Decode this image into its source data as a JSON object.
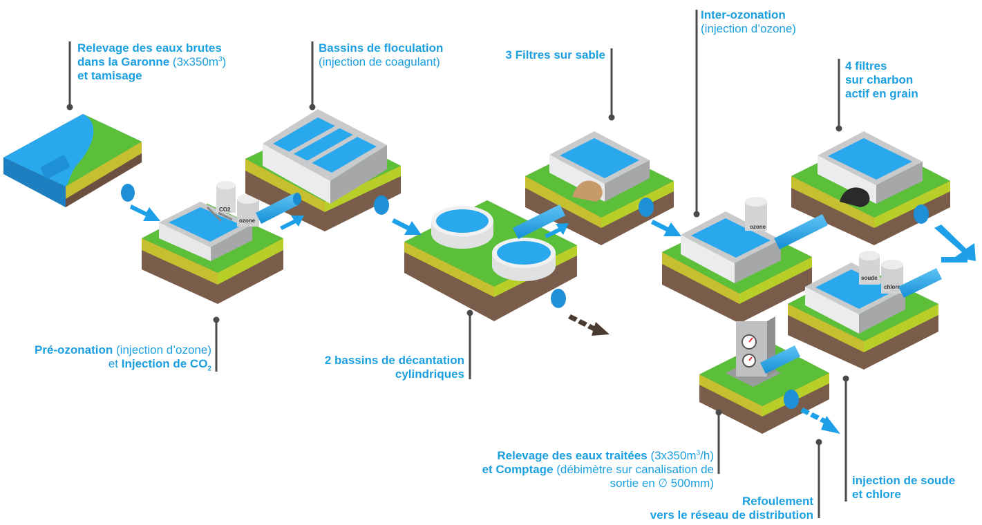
{
  "colors": {
    "label_blue": "#1a9fe0",
    "water": "#2aa8ee",
    "grass": "#5cbf3a",
    "soil": "#7a5c4a",
    "concrete": "#c9cacc",
    "pipe": "#1ea0e8",
    "leader": "#4a4a4a"
  },
  "labels": {
    "raw_intake": {
      "bold1": "Relevage des eaux brutes",
      "bold2": "dans la Garonne",
      "normal2": " (3x350m",
      "sup": "3",
      "normal2_end": ")",
      "bold3": "et tamisage"
    },
    "flocculation": {
      "bold": "Bassins de floculation",
      "normal": "(injection de coagulant)"
    },
    "sand_filters": {
      "bold": "3 Filtres sur sable"
    },
    "inter_ozonation": {
      "bold": "Inter-ozonation",
      "normal": "(injection d’ozone)"
    },
    "carbon_filters": {
      "line1": "4 filtres",
      "line2": "sur charbon",
      "line3": "actif en grain"
    },
    "pre_ozonation": {
      "bold1": "Pré-ozonation",
      "normal1": " (injection d’ozone)",
      "normal2": "et ",
      "bold2": "Injection de CO",
      "sub": "2"
    },
    "decantation": {
      "line1": "2 bassins de décantation",
      "line2": "cylindriques"
    },
    "treated_lift": {
      "bold1": "Relevage des eaux traitées",
      "normal1": " (3x350m",
      "sup": "3",
      "normal1_end": "/h)",
      "bold2": "et Comptage",
      "normal2": " (débimètre sur canalisation de",
      "normal3": "sortie en ∅ 500mm)"
    },
    "soda_chlorine": {
      "line1": "injection de soude",
      "line2": "et chlore"
    },
    "discharge": {
      "line1": "Refoulement",
      "line2": "vers le réseau de distribution"
    }
  },
  "tank_tags": {
    "co2": "CO2",
    "ozone": "ozone",
    "ozone2": "ozone",
    "soude": "soude",
    "chlore": "chlore"
  }
}
